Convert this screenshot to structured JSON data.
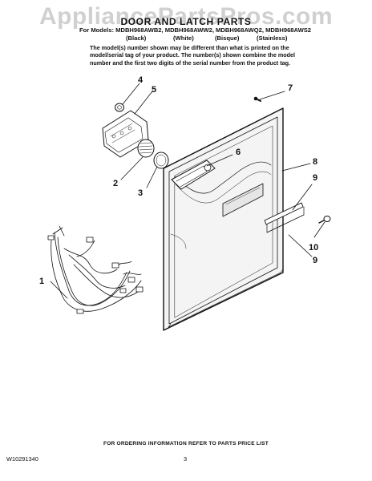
{
  "watermark": "AppliancePartsPros.com",
  "title": "DOOR AND LATCH PARTS",
  "models_line": "For Models: MDBH968AWB2, MDBH968AWW2, MDBH968AWQ2, MDBH968AWS2",
  "color_labels": [
    "(Black)",
    "(White)",
    "(Bisque)",
    "(Stainless)"
  ],
  "note_lines": [
    "The model(s) number shown may be different than what is printed on the",
    "model/serial tag of your product. The number(s) shown combine the model",
    "number and the first two digits of the serial number from the product tag."
  ],
  "callouts": [
    "1",
    "2",
    "3",
    "4",
    "5",
    "6",
    "7",
    "8",
    "9",
    "9",
    "10"
  ],
  "footer": {
    "ordering_info": "FOR ORDERING INFORMATION REFER TO PARTS PRICE LIST",
    "doc_number": "W10291340",
    "page_number": "3"
  }
}
